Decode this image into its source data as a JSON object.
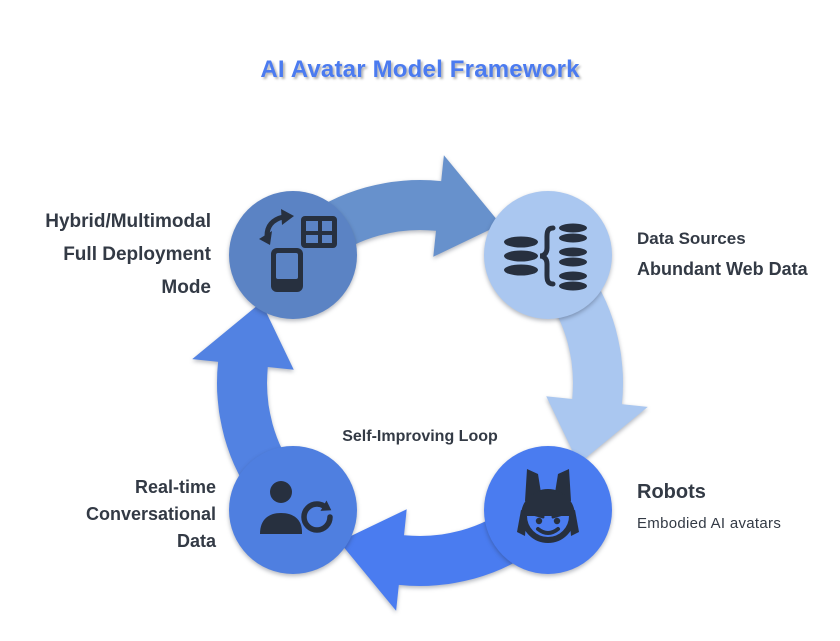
{
  "title": "AI Avatar Model Framework",
  "center_caption": "Self-Improving Loop",
  "nodes": {
    "deployment": {
      "icon": "phone-sync-grid-icon",
      "lines": [
        "Hybrid/Multimodal",
        "Full Deployment",
        "Mode"
      ]
    },
    "web_data": {
      "icon": "database-branch-icon",
      "heading": "Data Sources",
      "subtitle": "Abundant Web Data"
    },
    "robots": {
      "icon": "avatar-mask-icon",
      "heading": "Robots",
      "subtitle": "Embodied AI avatars"
    },
    "retraining": {
      "icon": "user-refresh-icon",
      "lines": [
        "Real-time",
        "Conversational",
        "Data"
      ]
    }
  },
  "colors": {
    "title-blue": "#4b7bf0",
    "circle-tl": "#5b83c4",
    "circle-tr": "#aac7f0",
    "circle-br": "#4a7cf0",
    "circle-bl": "#4f7fe0",
    "arrow-top": "#6791cc",
    "arrow-right": "#aac7f0",
    "arrow-bottom": "#4a7cf0",
    "arrow-left": "#5282e2",
    "icon-ink": "#27303f",
    "label-ink": "#333a45"
  }
}
